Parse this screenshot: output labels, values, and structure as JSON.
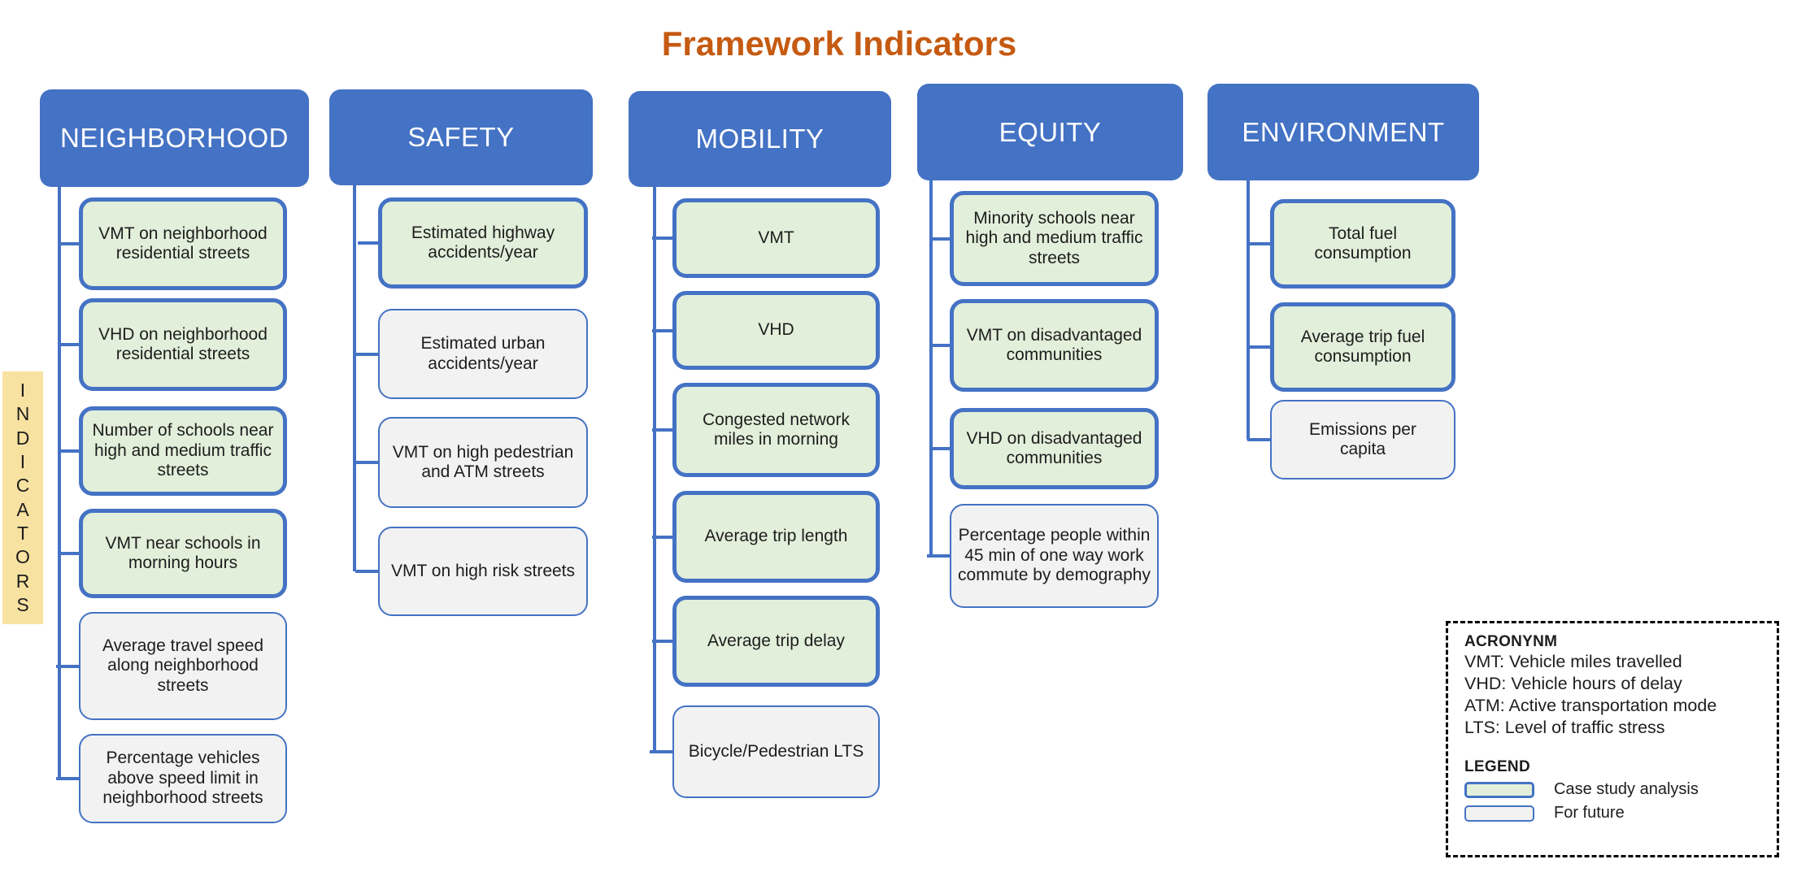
{
  "title": "Framework Indicators",
  "colors": {
    "accent_blue": "#4472C4",
    "case_study_fill": "#E2EFDA",
    "future_fill": "#F2F2F2",
    "indicators_strip_fill": "#F8E2A2",
    "title_color": "#C55A11"
  },
  "indicators": {
    "letters": [
      "I",
      "N",
      "D",
      "I",
      "C",
      "A",
      "T",
      "O",
      "R",
      "S"
    ]
  },
  "columns": [
    {
      "header": "NEIGHBORHOOD",
      "items": [
        {
          "label": "VMT on neighborhood residential streets",
          "type": "case-study"
        },
        {
          "label": "VHD on neighborhood residential  streets",
          "type": "case-study"
        },
        {
          "label": "Number of schools near high and medium traffic streets",
          "type": "case-study"
        },
        {
          "label": "VMT near schools in morning hours",
          "type": "case-study"
        },
        {
          "label": "Average travel speed along neighborhood streets",
          "type": "future"
        },
        {
          "label": "Percentage vehicles above speed limit in neighborhood streets",
          "type": "future"
        }
      ]
    },
    {
      "header": "SAFETY",
      "items": [
        {
          "label": "Estimated highway accidents/year",
          "type": "case-study"
        },
        {
          "label": "Estimated urban accidents/year",
          "type": "future"
        },
        {
          "label": "VMT on high pedestrian and ATM streets",
          "type": "future"
        },
        {
          "label": "VMT on high risk streets",
          "type": "future"
        }
      ]
    },
    {
      "header": "MOBILITY",
      "items": [
        {
          "label": "VMT",
          "type": "case-study"
        },
        {
          "label": "VHD",
          "type": "case-study"
        },
        {
          "label": "Congested network miles in morning",
          "type": "case-study"
        },
        {
          "label": "Average trip length",
          "type": "case-study"
        },
        {
          "label": "Average trip delay",
          "type": "case-study"
        },
        {
          "label": "Bicycle/Pedestrian LTS",
          "type": "future"
        }
      ]
    },
    {
      "header": "EQUITY",
      "items": [
        {
          "label": "Minority schools near high and medium traffic streets",
          "type": "case-study"
        },
        {
          "label": "VMT on disadvantaged communities",
          "type": "case-study"
        },
        {
          "label": "VHD on disadvantaged communities",
          "type": "case-study"
        },
        {
          "label": "Percentage  people within 45 min of one way work commute by demography",
          "type": "future"
        }
      ]
    },
    {
      "header": "ENVIRONMENT",
      "items": [
        {
          "label": "Total fuel consumption",
          "type": "case-study"
        },
        {
          "label": "Average  trip fuel consumption",
          "type": "case-study"
        },
        {
          "label": "Emissions per capita",
          "type": "future"
        }
      ]
    }
  ],
  "legend_box": {
    "acronym_heading": "ACRONYNM",
    "acronyms": [
      "VMT: Vehicle miles travelled",
      "VHD: Vehicle hours of delay",
      "ATM: Active transportation mode",
      "LTS: Level of traffic stress"
    ],
    "legend_heading": "LEGEND",
    "entries": [
      {
        "label": "Case study analysis",
        "type": "case-study"
      },
      {
        "label": "For future",
        "type": "future"
      }
    ]
  }
}
